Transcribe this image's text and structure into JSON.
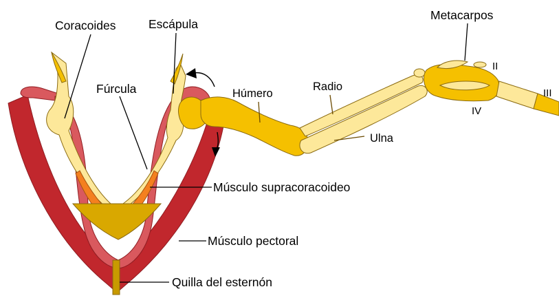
{
  "labels": {
    "coracoides": "Coracoides",
    "escapula": "Escápula",
    "furcula": "Fúrcula",
    "humero": "Húmero",
    "radio": "Radio",
    "ulna": "Ulna",
    "metacarpos": "Metacarpos",
    "digit_ii": "II",
    "digit_iii": "III",
    "digit_iv": "IV",
    "supracoracoideo": "Músculo supracoracoideo",
    "pectoral": "Músculo pectoral",
    "quilla": "Quilla del esternón"
  },
  "colors": {
    "pectoral_muscle": "#c1272d",
    "supracoracoideus_muscle": "#d9595e",
    "bone_dark": "#f5c000",
    "bone_light": "#fde89a",
    "furcula": "#f4801f",
    "keel": "#c89a00"
  }
}
